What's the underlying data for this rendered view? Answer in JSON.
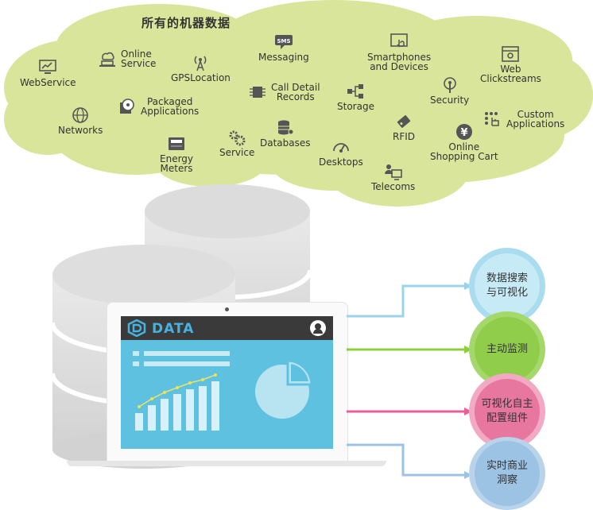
{
  "cloud": {
    "title": "所有的机器数据",
    "color": "#d9e59a",
    "sources": [
      {
        "id": "webservice",
        "label": "WebService",
        "icon": "monitor-chart-icon"
      },
      {
        "id": "online-service",
        "label": "Online\nService",
        "icon": "cloud-laptop-icon"
      },
      {
        "id": "gpslocation",
        "label": "GPSLocation",
        "icon": "antenna-icon"
      },
      {
        "id": "messaging",
        "label": "Messaging",
        "icon": "sms-icon"
      },
      {
        "id": "smartphones",
        "label": "Smartphones\nand Devices",
        "icon": "tablet-touch-icon"
      },
      {
        "id": "web-clickstreams",
        "label": "Web\nClickstreams",
        "icon": "browser-icon"
      },
      {
        "id": "networks",
        "label": "Networks",
        "icon": "globe-icon"
      },
      {
        "id": "packaged-apps",
        "label": "Packaged\nApplications",
        "icon": "package-disc-icon"
      },
      {
        "id": "call-detail",
        "label": "Call Detail\nRecords",
        "icon": "chip-icon"
      },
      {
        "id": "storage",
        "label": "Storage",
        "icon": "network-tree-icon"
      },
      {
        "id": "security",
        "label": "Security",
        "icon": "shield-lock-icon"
      },
      {
        "id": "custom-apps",
        "label": "Custom\nApplications",
        "icon": "touch-grid-icon"
      },
      {
        "id": "energy-meters",
        "label": "Energy\nMeters",
        "icon": "meter-icon"
      },
      {
        "id": "service",
        "label": "Service",
        "icon": "gears-icon"
      },
      {
        "id": "databases",
        "label": "Databases",
        "icon": "database-gear-icon"
      },
      {
        "id": "desktops",
        "label": "Desktops",
        "icon": "gauge-icon"
      },
      {
        "id": "rfid",
        "label": "RFID",
        "icon": "rfid-tag-icon"
      },
      {
        "id": "online-shopping",
        "label": "Online\nShopping Cart",
        "icon": "yen-coin-icon"
      },
      {
        "id": "telecoms",
        "label": "Telecoms",
        "icon": "person-screen-icon"
      }
    ]
  },
  "app": {
    "logo_text": "DATA",
    "accent": "#44b3e0",
    "screen_color": "#5fc1e0"
  },
  "outputs": [
    {
      "id": "search",
      "label": "数据搜索\n与可视化",
      "color": "#a9dcee",
      "inner": "#c7ebf6",
      "line": "#9bd4ea"
    },
    {
      "id": "monitor",
      "label": "主动监测",
      "color": "#a5d86a",
      "inner": "#8fcd4a",
      "line": "#8fcd3f"
    },
    {
      "id": "config",
      "label": "可视化自主\n配置组件",
      "color": "#f2a9c3",
      "inner": "#e8779f",
      "line": "#e8609a"
    },
    {
      "id": "insight",
      "label": "实时商业\n洞察",
      "color": "#b9d4ea",
      "inner": "#9cc2e4",
      "line": "#9cc2e4"
    }
  ]
}
